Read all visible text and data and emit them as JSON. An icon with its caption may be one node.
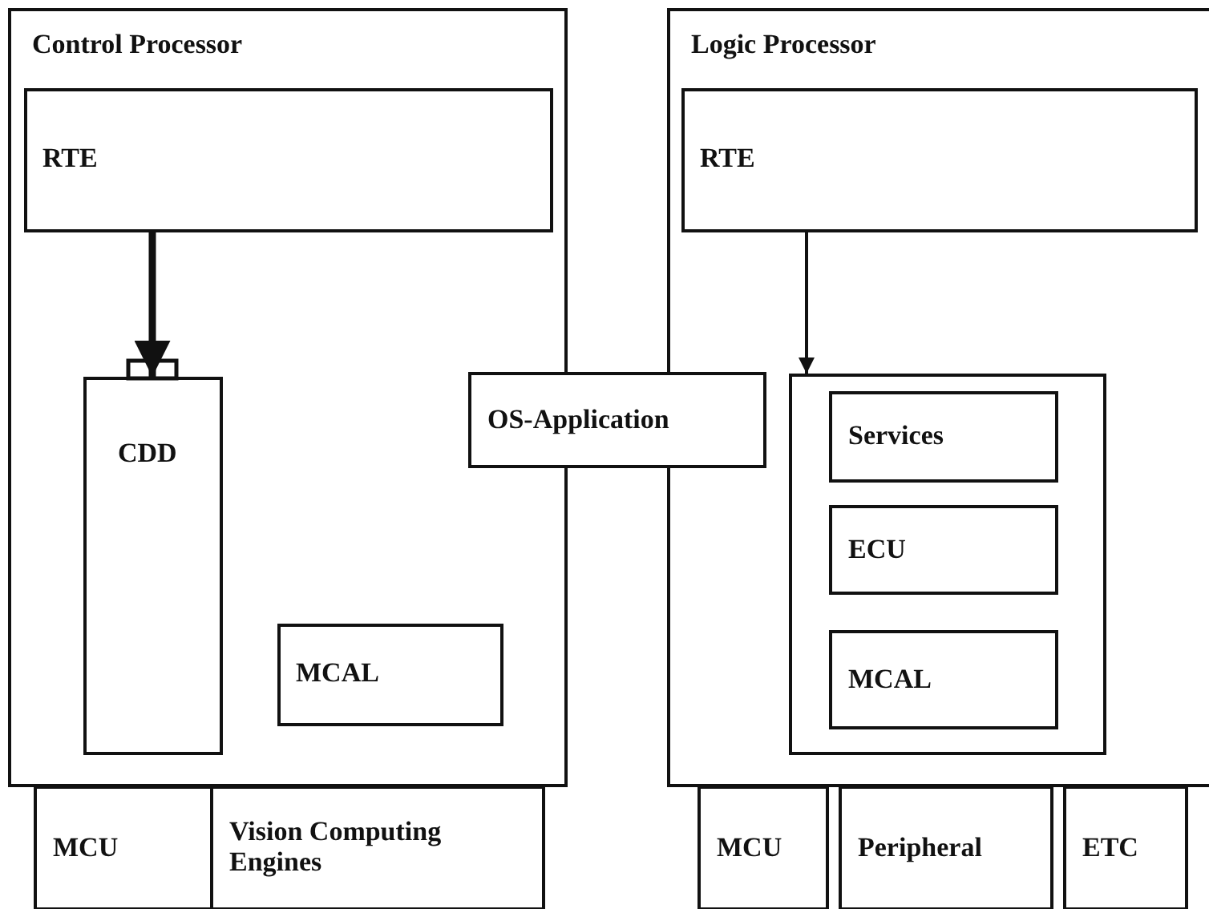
{
  "diagram": {
    "nodes": [
      {
        "text": [
          "Control Processor"
        ]
      },
      {
        "text": [
          "RTE"
        ],
        "in": 0
      },
      {
        "text": [
          "CDD"
        ],
        "in": 0
      },
      {
        "text": [
          "MCAL"
        ],
        "in": 0
      },
      {
        "text": [
          "Logic Processor"
        ]
      },
      {
        "text": [
          "RTE"
        ],
        "in": 4
      },
      {
        "text": [],
        "shape": "box",
        "in": 4
      },
      {
        "text": [
          "Services"
        ],
        "in": 6
      },
      {
        "text": [
          "ECU"
        ],
        "in": 6
      },
      {
        "text": [
          "MCAL"
        ],
        "in": 6
      },
      {
        "text": [
          "OS-Application"
        ]
      },
      {
        "text": [
          "MCU"
        ]
      },
      {
        "text": [
          "Vision Computing Engines"
        ]
      },
      {
        "text": [
          "MCU"
        ]
      },
      {
        "text": [
          "Peripheral"
        ]
      },
      {
        "text": [
          "ETC"
        ]
      }
    ],
    "edges": [
      {
        "from": 1,
        "to": 2,
        "arrow": "to",
        "style": "thick"
      },
      {
        "from": 5,
        "to": 6,
        "arrow": "to"
      }
    ]
  }
}
